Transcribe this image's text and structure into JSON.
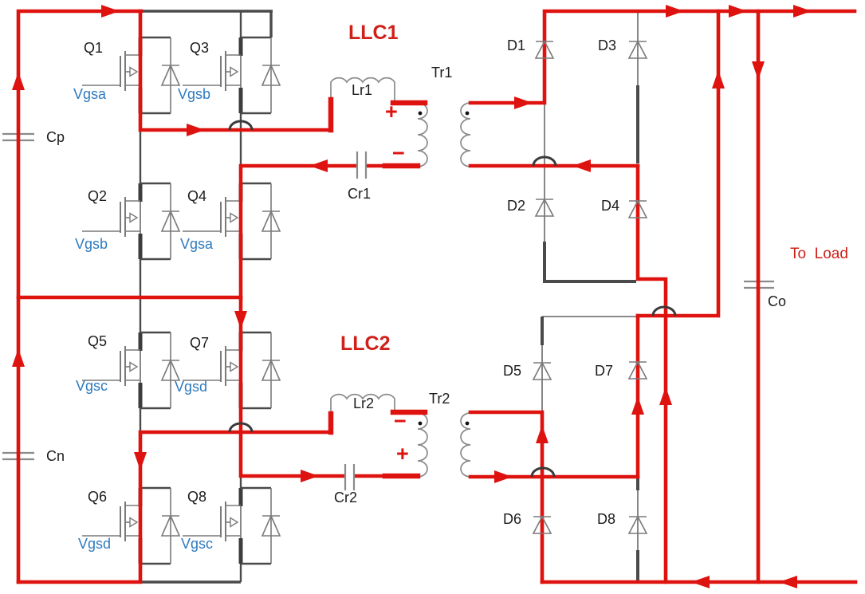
{
  "diagram": {
    "type": "circuit-schematic",
    "description_labels": [
      "LLC1",
      "LLC2",
      "To  Load"
    ]
  },
  "colors": {
    "current_path_red": "#de1310",
    "label_red": "#cf201a",
    "gate_label_blue": "#2e7bbf",
    "wire_gray": "#6f6f6f",
    "wire_dark": "#3d3d3d",
    "text_black": "#1c1c1c"
  },
  "labels": [
    {
      "id": "q1",
      "text": "Q1",
      "cls": "comp"
    },
    {
      "id": "q3",
      "text": "Q3",
      "cls": "comp"
    },
    {
      "id": "q2",
      "text": "Q2",
      "cls": "comp"
    },
    {
      "id": "q4",
      "text": "Q4",
      "cls": "comp"
    },
    {
      "id": "q5",
      "text": "Q5",
      "cls": "comp"
    },
    {
      "id": "q7",
      "text": "Q7",
      "cls": "comp"
    },
    {
      "id": "q6",
      "text": "Q6",
      "cls": "comp"
    },
    {
      "id": "q8",
      "text": "Q8",
      "cls": "comp"
    },
    {
      "id": "vgs-q1",
      "text": "Vgsa",
      "cls": "gate"
    },
    {
      "id": "vgs-q3",
      "text": "Vgsb",
      "cls": "gate"
    },
    {
      "id": "vgs-q2",
      "text": "Vgsb",
      "cls": "gate"
    },
    {
      "id": "vgs-q4",
      "text": "Vgsa",
      "cls": "gate"
    },
    {
      "id": "vgs-q5",
      "text": "Vgsc",
      "cls": "gate"
    },
    {
      "id": "vgs-q7",
      "text": "Vgsd",
      "cls": "gate"
    },
    {
      "id": "vgs-q6",
      "text": "Vgsd",
      "cls": "gate"
    },
    {
      "id": "vgs-q8",
      "text": "Vgsc",
      "cls": "gate"
    },
    {
      "id": "cp",
      "text": "Cp",
      "cls": "comp"
    },
    {
      "id": "cn",
      "text": "Cn",
      "cls": "comp"
    },
    {
      "id": "llc1",
      "text": "LLC1",
      "cls": "llc"
    },
    {
      "id": "llc2",
      "text": "LLC2",
      "cls": "llc"
    },
    {
      "id": "lr1",
      "text": "Lr1",
      "cls": "comp"
    },
    {
      "id": "lr2",
      "text": "Lr2",
      "cls": "comp"
    },
    {
      "id": "cr1",
      "text": "Cr1",
      "cls": "comp"
    },
    {
      "id": "cr2",
      "text": "Cr2",
      "cls": "comp"
    },
    {
      "id": "tr1",
      "text": "Tr1",
      "cls": "comp"
    },
    {
      "id": "tr2",
      "text": "Tr2",
      "cls": "comp"
    },
    {
      "id": "plus1",
      "text": "+",
      "cls": "sign"
    },
    {
      "id": "minus1",
      "text": "−",
      "cls": "sign"
    },
    {
      "id": "minus2",
      "text": "−",
      "cls": "sign"
    },
    {
      "id": "plus2",
      "text": "+",
      "cls": "sign"
    },
    {
      "id": "d1",
      "text": "D1",
      "cls": "comp"
    },
    {
      "id": "d3",
      "text": "D3",
      "cls": "comp"
    },
    {
      "id": "d2",
      "text": "D2",
      "cls": "comp"
    },
    {
      "id": "d4",
      "text": "D4",
      "cls": "comp"
    },
    {
      "id": "d5",
      "text": "D5",
      "cls": "comp"
    },
    {
      "id": "d7",
      "text": "D7",
      "cls": "comp"
    },
    {
      "id": "d6",
      "text": "D6",
      "cls": "comp"
    },
    {
      "id": "d8",
      "text": "D8",
      "cls": "comp"
    },
    {
      "id": "to-load",
      "text": "To  Load",
      "cls": "toload"
    },
    {
      "id": "co",
      "text": "Co",
      "cls": "comp"
    }
  ]
}
